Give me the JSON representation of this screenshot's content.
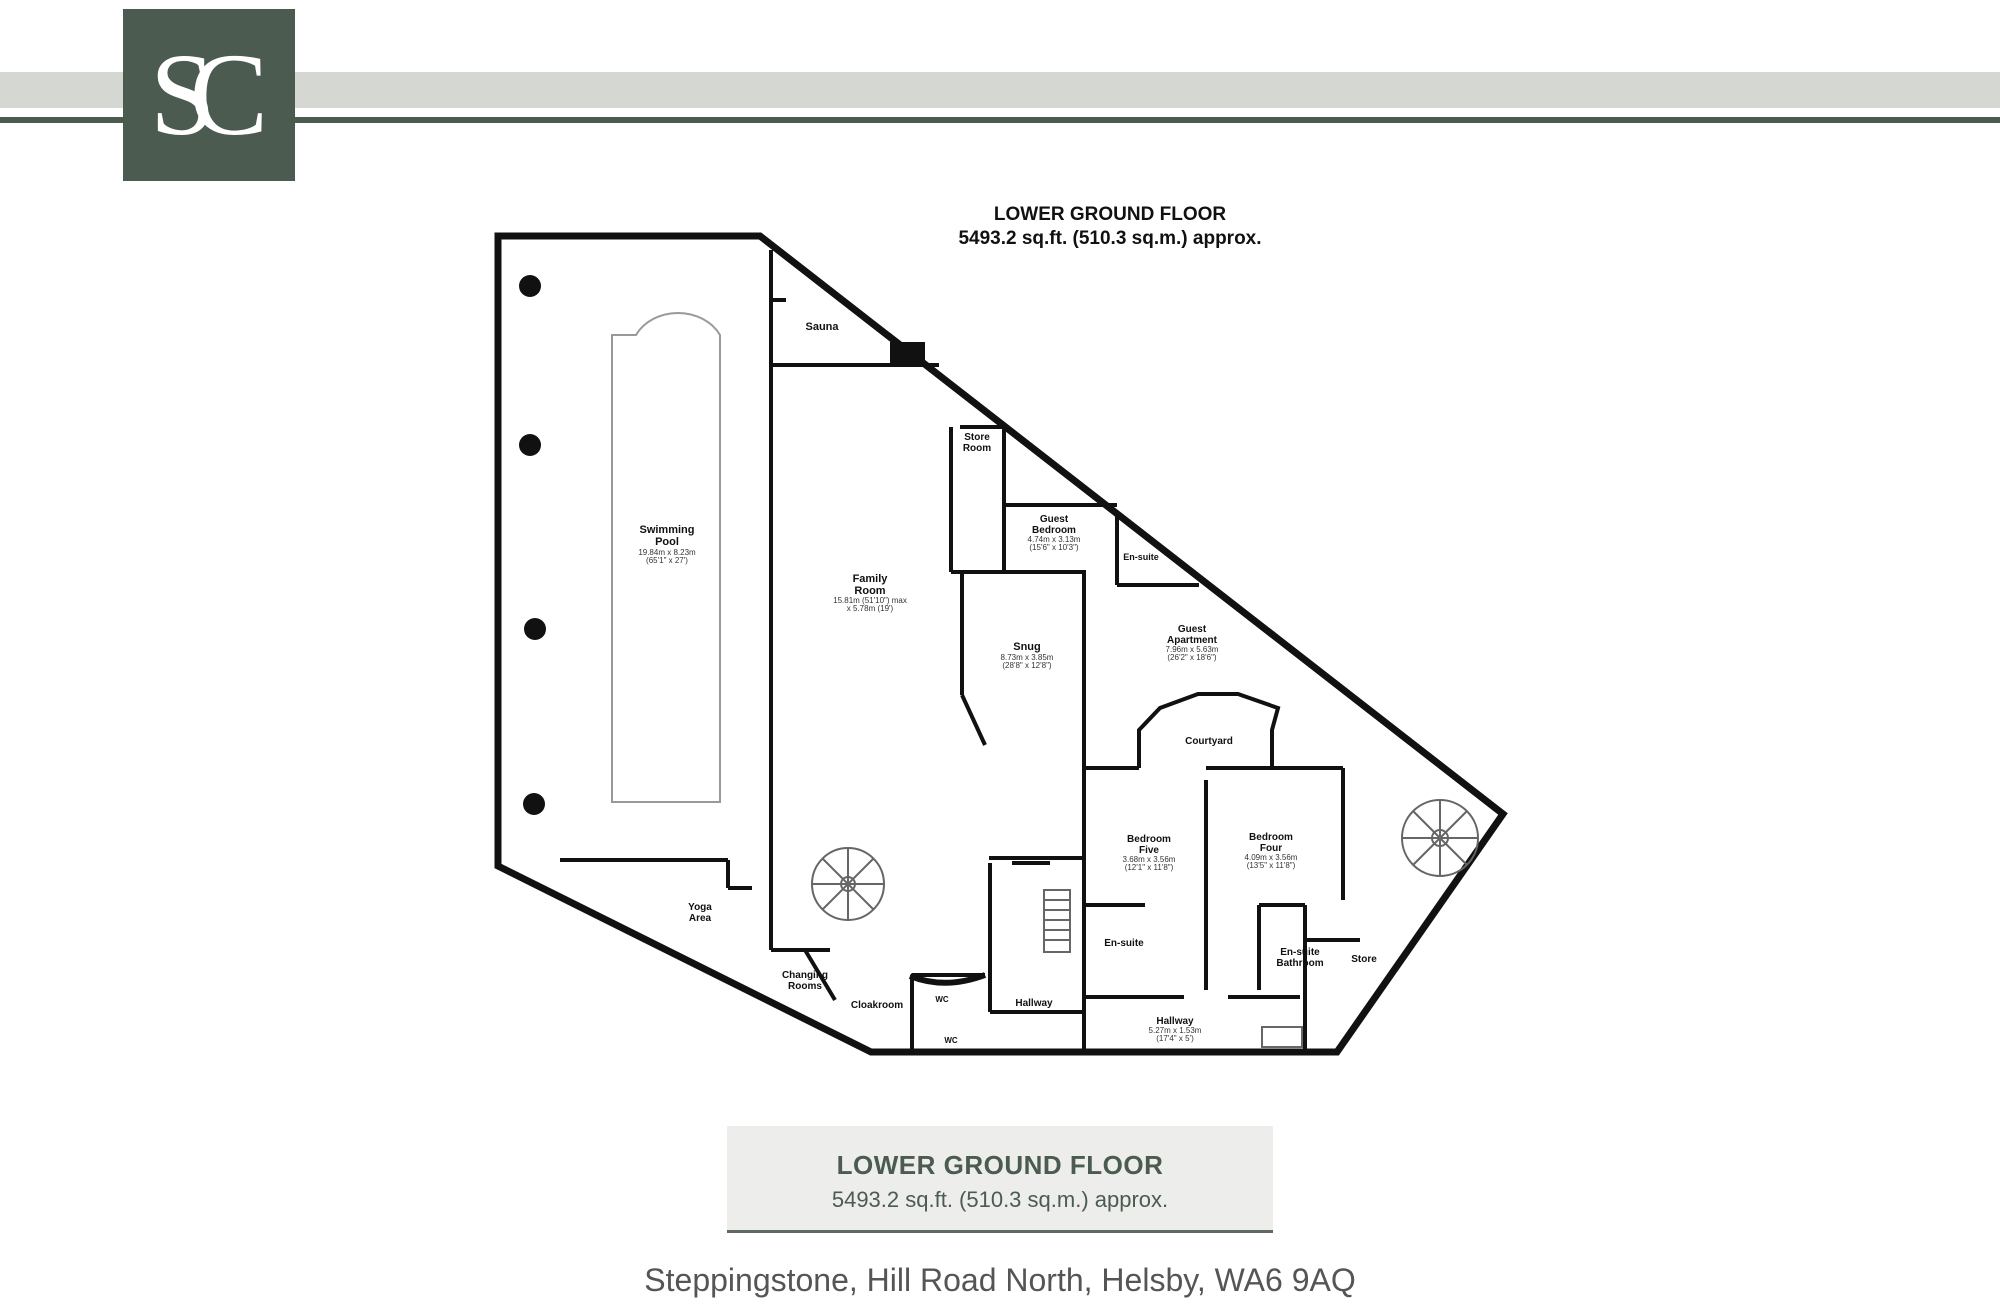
{
  "brand": {
    "logo_text": "SC",
    "color": "#4b5b4f"
  },
  "plan_header": {
    "title": "LOWER GROUND FLOOR",
    "area": "5493.2 sq.ft. (510.3 sq.m.) approx."
  },
  "rooms": {
    "sauna": {
      "name": "Sauna"
    },
    "swimming_pool": {
      "name_1": "Swimming",
      "name_2": "Pool",
      "dim_m": "19.84m x 8.23m",
      "dim_ft": "(65'1\" x 27')"
    },
    "family_room": {
      "name_1": "Family",
      "name_2": "Room",
      "dim_m": "15.81m (51'10\") max",
      "dim_ft": "x 5.78m (19')"
    },
    "store_room": {
      "name_1": "Store",
      "name_2": "Room"
    },
    "guest_bedroom": {
      "name_1": "Guest",
      "name_2": "Bedroom",
      "dim_m": "4.74m x 3.13m",
      "dim_ft": "(15'6\" x 10'3\")"
    },
    "ensuite_guest": {
      "name": "En-suite"
    },
    "guest_apartment": {
      "name_1": "Guest",
      "name_2": "Apartment",
      "dim_m": "7.96m x 5.63m",
      "dim_ft": "(26'2\" x 18'6\")"
    },
    "snug": {
      "name": "Snug",
      "dim_m": "8.73m x 3.85m",
      "dim_ft": "(28'8\" x 12'8\")"
    },
    "courtyard": {
      "name": "Courtyard"
    },
    "bedroom_five": {
      "name_1": "Bedroom",
      "name_2": "Five",
      "dim_m": "3.68m x 3.56m",
      "dim_ft": "(12'1\" x 11'8\")"
    },
    "bedroom_four": {
      "name_1": "Bedroom",
      "name_2": "Four",
      "dim_m": "4.09m x 3.56m",
      "dim_ft": "(13'5\" x 11'8\")"
    },
    "ensuite_five": {
      "name": "En-suite"
    },
    "ensuite_bathroom": {
      "name_1": "En-suite",
      "name_2": "Bathroom"
    },
    "store": {
      "name": "Store"
    },
    "yoga_area": {
      "name_1": "Yoga",
      "name_2": "Area"
    },
    "changing_rooms": {
      "name_1": "Changing",
      "name_2": "Rooms"
    },
    "cloakroom": {
      "name": "Cloakroom"
    },
    "wc_1": {
      "name": "WC"
    },
    "wc_2": {
      "name": "WC"
    },
    "hallway_west": {
      "name": "Hallway"
    },
    "hallway_south": {
      "name": "Hallway",
      "dim_m": "5.27m x 1.53m",
      "dim_ft": "(17'4\" x 5')"
    }
  },
  "summary": {
    "title": "LOWER GROUND FLOOR",
    "area": "5493.2 sq.ft. (510.3 sq.m.) approx."
  },
  "address": "Steppingstone, Hill Road North, Helsby, WA6 9AQ"
}
